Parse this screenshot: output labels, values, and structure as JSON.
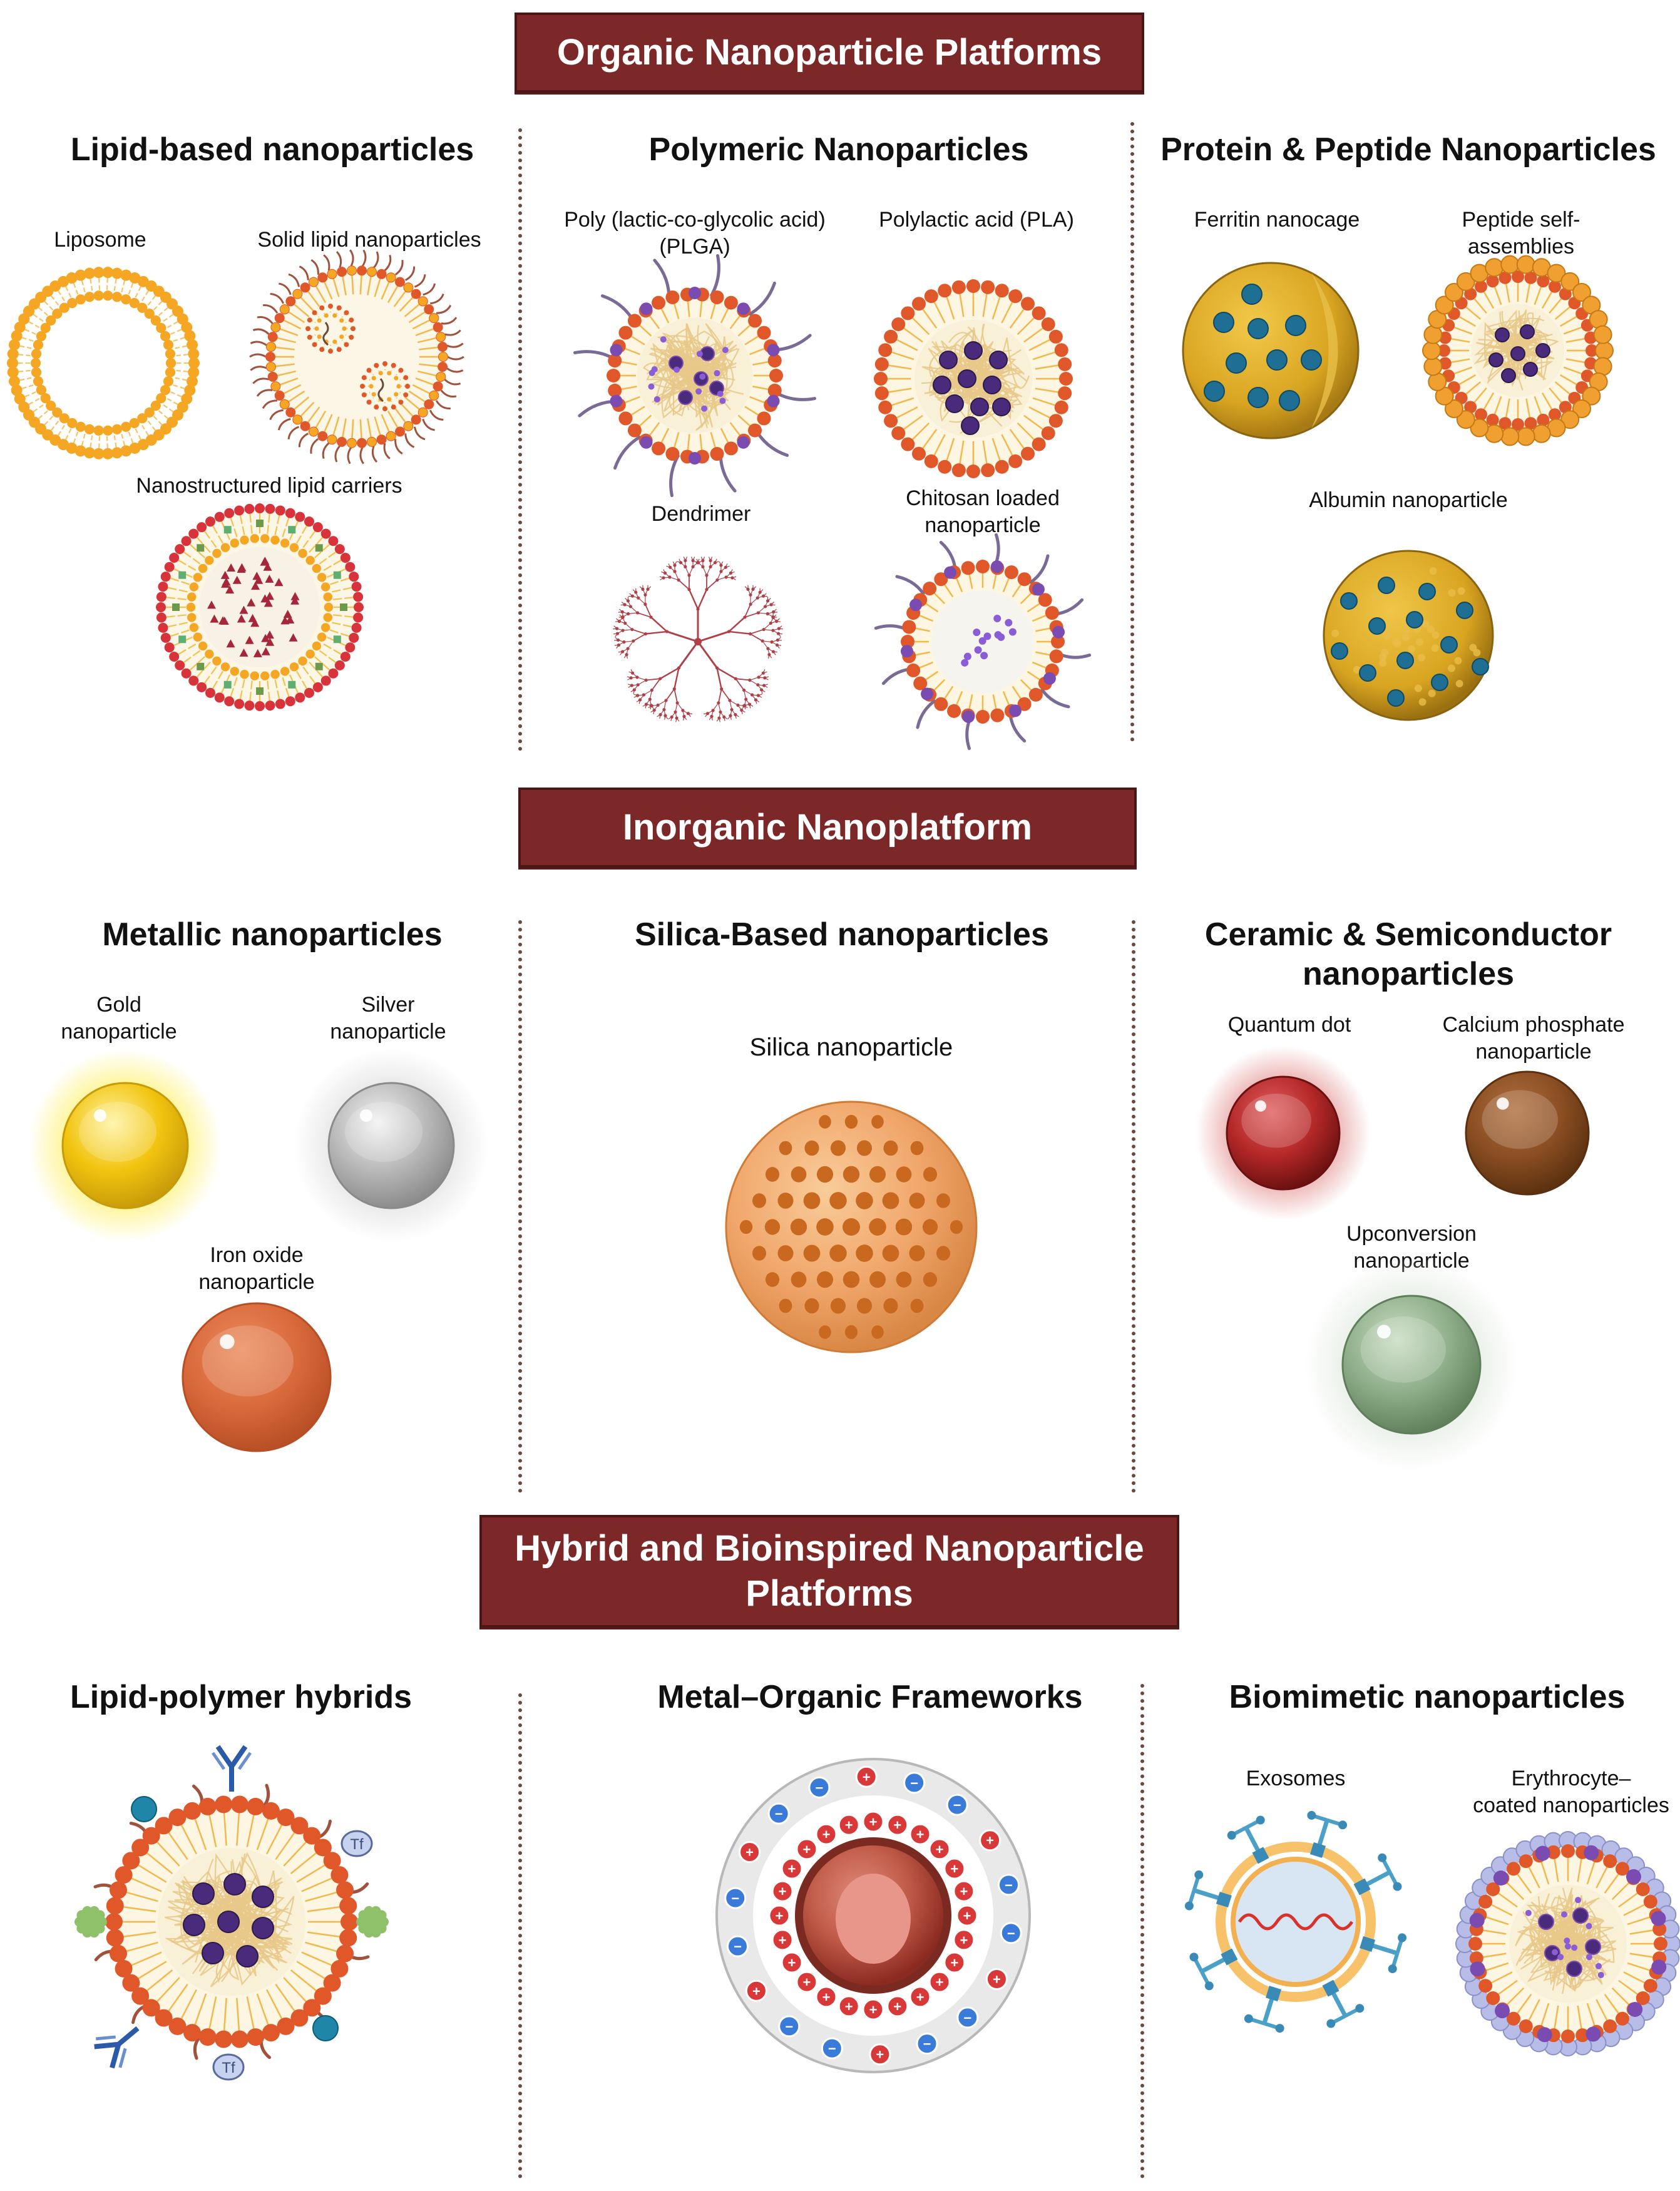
{
  "sections": {
    "organic": {
      "banner": "Organic Nanoparticle Platforms",
      "lipid": {
        "heading": "Lipid-based nanoparticles",
        "liposome": "Liposome",
        "solid_lipid": "Solid lipid nanoparticles",
        "nlc": "Nanostructured lipid carriers"
      },
      "polymeric": {
        "heading": "Polymeric Nanoparticles",
        "plga": "Poly (lactic-co-glycolic acid)\n(PLGA)",
        "pla": "Polylactic acid (PLA)",
        "dendrimer": "Dendrimer",
        "chitosan": "Chitosan loaded\nnanoparticle"
      },
      "protein": {
        "heading": "Protein & Peptide Nanoparticles",
        "ferritin": "Ferritin nanocage",
        "peptide": "Peptide self-\nassemblies",
        "albumin": "Albumin nanoparticle"
      }
    },
    "inorganic": {
      "banner": "Inorganic Nanoplatform",
      "metallic": {
        "heading": "Metallic nanoparticles",
        "gold": "Gold\nnanoparticle",
        "silver": "Silver\nnanoparticle",
        "iron": "Iron oxide\nnanoparticle"
      },
      "silica": {
        "heading": "Silica-Based nanoparticles",
        "silica_np": "Silica nanoparticle"
      },
      "ceramic": {
        "heading": "Ceramic & Semiconductor\nnanoparticles",
        "qdot": "Quantum dot",
        "caphos": "Calcium phosphate\nnanoparticle",
        "upconv": "Upconversion\nnanoparticle"
      }
    },
    "hybrid": {
      "banner": "Hybrid and Bioinspired Nanoparticle\nPlatforms",
      "lph": {
        "heading": "Lipid-polymer hybrids",
        "tf": "Tf"
      },
      "mof": {
        "heading": "Metal–Organic Frameworks",
        "plus": "+",
        "minus": "−"
      },
      "biomimetic": {
        "heading": "Biomimetic nanoparticles",
        "exosomes": "Exosomes",
        "erythro": "Erythrocyte–\ncoated nanoparticles"
      }
    }
  },
  "colors": {
    "banner_bg": "#7c2828",
    "lipid_orange": "#f5a623",
    "head_red": "#e06428",
    "drug_purple": "#4a2a7a",
    "protein_gold": "#d9a521",
    "protein_dot": "#1f6f95",
    "gold": "#f2c40f",
    "silver": "#b8b8b8",
    "iron": "#d96a3c",
    "silica": "#f0a66a",
    "qdot": "#b52828",
    "caphos": "#8a4e22",
    "upconv": "#8fae8a"
  }
}
